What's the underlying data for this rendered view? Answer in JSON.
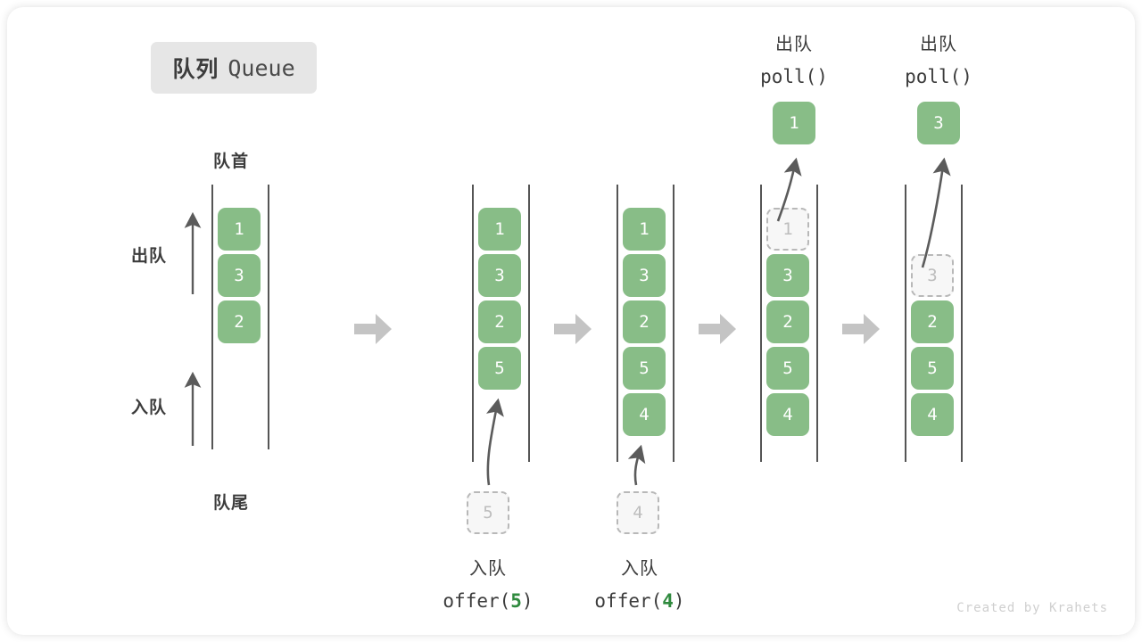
{
  "title": {
    "cn": "队列",
    "en": "Queue"
  },
  "labels": {
    "head": "队首",
    "tail": "队尾",
    "dequeue": "出队",
    "enqueue": "入队"
  },
  "credit": "Created by Krahets",
  "colors": {
    "cell_fill": "#88bd87",
    "cell_text": "#ffffff",
    "ghost_fill": "#f7f7f7",
    "ghost_border": "#b8b8b8",
    "ghost_text": "#bdbdbd",
    "rail": "#555555",
    "step_arrow": "#c4c4c4",
    "badge_bg": "#e6e6e6",
    "text": "#3c3c3c",
    "arg_green": "#2f8a3e",
    "credit": "#cfcfcf"
  },
  "steps": [
    {
      "id": "initial",
      "cells": [
        "1",
        "3",
        "2"
      ],
      "ghost_index": null,
      "ghost_value": null,
      "incoming": null,
      "popped": null,
      "caption_line1": null,
      "caption_line2": null,
      "caption_arg": null
    },
    {
      "id": "offer-5",
      "cells": [
        "1",
        "3",
        "2",
        "5"
      ],
      "ghost_index": null,
      "ghost_value": null,
      "incoming": "5",
      "popped": null,
      "caption_line1": "入队",
      "caption_line2": "offer(",
      "caption_arg": "5"
    },
    {
      "id": "offer-4",
      "cells": [
        "1",
        "3",
        "2",
        "5",
        "4"
      ],
      "ghost_index": null,
      "ghost_value": null,
      "incoming": "4",
      "popped": null,
      "caption_line1": "入队",
      "caption_line2": "offer(",
      "caption_arg": "4"
    },
    {
      "id": "poll-1",
      "cells": [
        "",
        "3",
        "2",
        "5",
        "4"
      ],
      "ghost_index": 0,
      "ghost_value": "1",
      "incoming": null,
      "popped": "1",
      "caption_line1": "出队",
      "caption_line2": "poll()",
      "caption_arg": null
    },
    {
      "id": "poll-3",
      "cells": [
        "",
        "",
        "2",
        "5",
        "4"
      ],
      "ghost_index": 1,
      "ghost_value": "3",
      "incoming": null,
      "popped": "3",
      "caption_line1": "出队",
      "caption_line2": "poll()",
      "caption_arg": null
    }
  ],
  "chart_data": {
    "type": "diagram",
    "title": "队列 Queue",
    "sequence": [
      {
        "op": "initial",
        "contents": [
          "1",
          "3",
          "2"
        ]
      },
      {
        "op": "offer(5)",
        "contents": [
          "1",
          "3",
          "2",
          "5"
        ]
      },
      {
        "op": "offer(4)",
        "contents": [
          "1",
          "3",
          "2",
          "5",
          "4"
        ]
      },
      {
        "op": "poll()",
        "returns": "1",
        "contents": [
          "3",
          "2",
          "5",
          "4"
        ]
      },
      {
        "op": "poll()",
        "returns": "3",
        "contents": [
          "2",
          "5",
          "4"
        ]
      }
    ]
  }
}
